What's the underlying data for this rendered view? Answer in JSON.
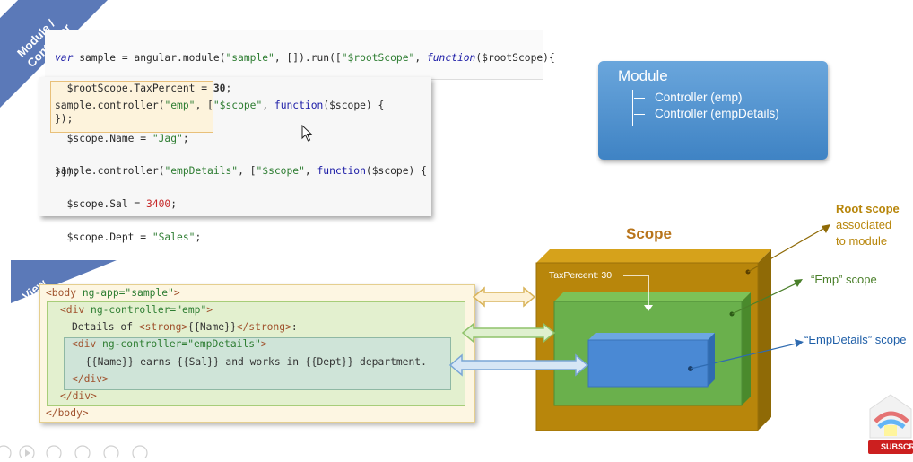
{
  "ribbons": {
    "module_controller": "Module /\nController",
    "view": "View"
  },
  "code_top": {
    "line1_var": "var",
    "line1_a": " sample = angular.module(",
    "line1_s1": "\"sample\"",
    "line1_b": ", []).run([",
    "line1_s2": "\"$rootScope\"",
    "line1_c": ", ",
    "line1_fn": "function",
    "line1_d": "($rootScope){",
    "line2_a": "  $rootScope.TaxPercent = ",
    "line2_n": "30",
    "line2_b": ";",
    "line3": "});"
  },
  "code_emp": {
    "l1_a": "sample.controller(",
    "l1_s1": "\"emp\"",
    "l1_b": ", [",
    "l1_s2": "\"$scope\"",
    "l1_c": ", ",
    "l1_fn": "function",
    "l1_d": "($scope) {",
    "l2_a": "  $scope.Name = ",
    "l2_s": "\"Jag\"",
    "l2_b": ";",
    "l3": "}]);"
  },
  "code_empdetails": {
    "l1_a": "sample.controller(",
    "l1_s1": "\"empDetails\"",
    "l1_b": ", [",
    "l1_s2": "\"$scope\"",
    "l1_c": ", ",
    "l1_fn": "function",
    "l1_d": "($scope) {",
    "l2_a": "  $scope.Sal = ",
    "l2_n": "3400",
    "l2_b": ";",
    "l3_a": "  $scope.Dept = ",
    "l3_s": "\"Sales\"",
    "l3_b": ";",
    "l4": "}]);"
  },
  "module_box": {
    "title": "Module",
    "item1": "Controller (emp)",
    "item2": "Controller (empDetails)"
  },
  "view_code": {
    "l1_a": "<body ",
    "l1_b": "ng-app=\"sample\"",
    "l1_c": ">",
    "l2_a": "<div ",
    "l2_b": "ng-controller=\"emp\"",
    "l2_c": ">",
    "l3_a": "Details of ",
    "l3_b": "<strong>",
    "l3_c": "{{Name}}",
    "l3_d": "</strong>",
    "l3_e": ":",
    "l4_a": "<div ",
    "l4_b": "ng-controller=\"empDetails\"",
    "l4_c": ">",
    "l5": "{{Name}} earns {{Sal}} and works in {{Dept}} department.",
    "l6": "</div>",
    "l7": "</div>",
    "l8": "</body>"
  },
  "scope_diagram": {
    "title": "Scope",
    "tax_label": "TaxPercent: 30",
    "root_scope_label": "Root scope",
    "root_scope_rest1": "associated",
    "root_scope_rest2": "to module",
    "emp_scope_label": "“Emp” scope",
    "empdetails_scope_label": "“EmpDetails” scope"
  },
  "colors": {
    "gold": "#b8860b",
    "green": "#6ab04c",
    "blue": "#4a89d4",
    "accent_text": "#b8860b",
    "label_blue": "#1f5fa8",
    "label_green": "#4a7f2a"
  },
  "youtube_badge": "SUBSCR"
}
